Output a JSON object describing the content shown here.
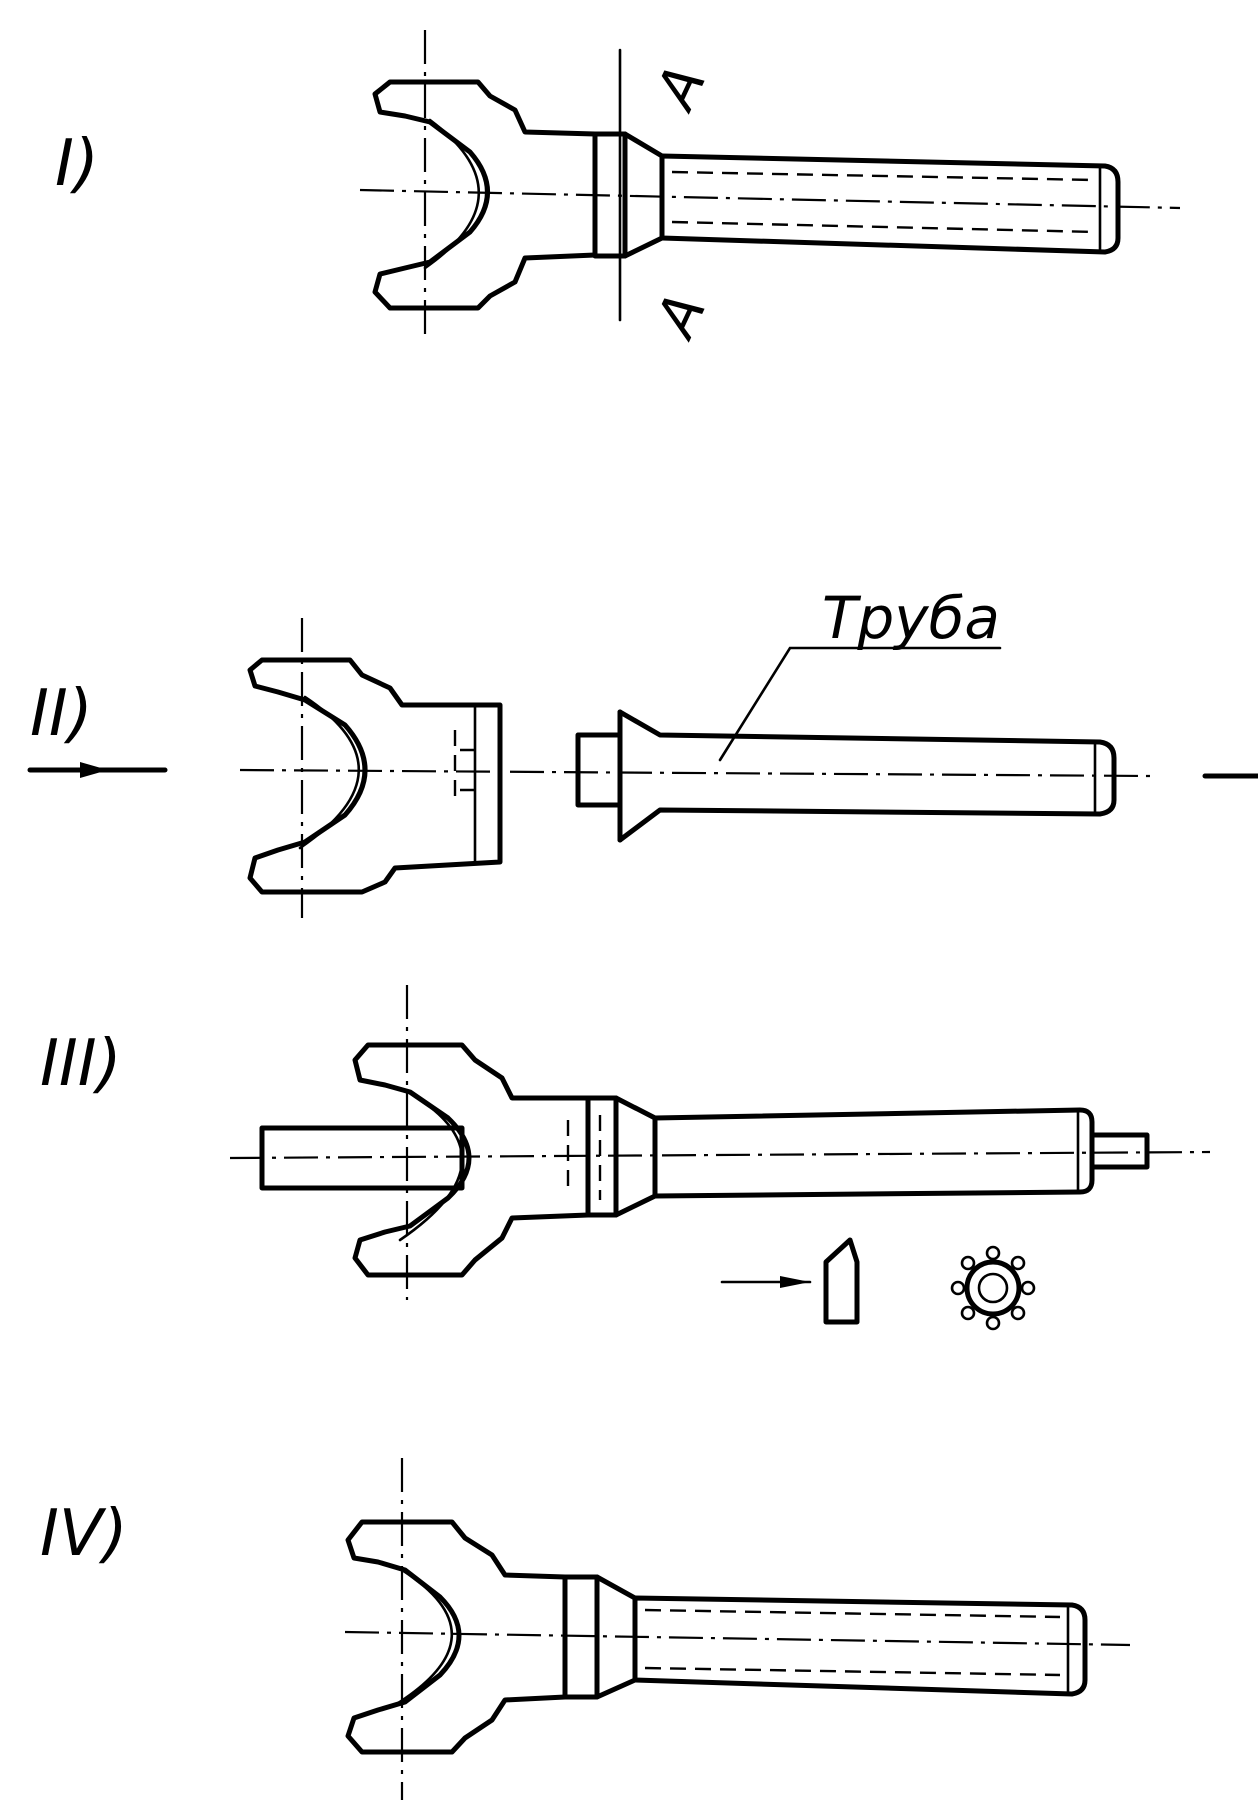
{
  "figure": {
    "steps": [
      {
        "id": "I",
        "label": "I)",
        "section_mark": "A"
      },
      {
        "id": "II",
        "label": "II)",
        "callout": "Труба"
      },
      {
        "id": "III",
        "label": "III)"
      },
      {
        "id": "IV",
        "label": "IV)"
      }
    ]
  }
}
